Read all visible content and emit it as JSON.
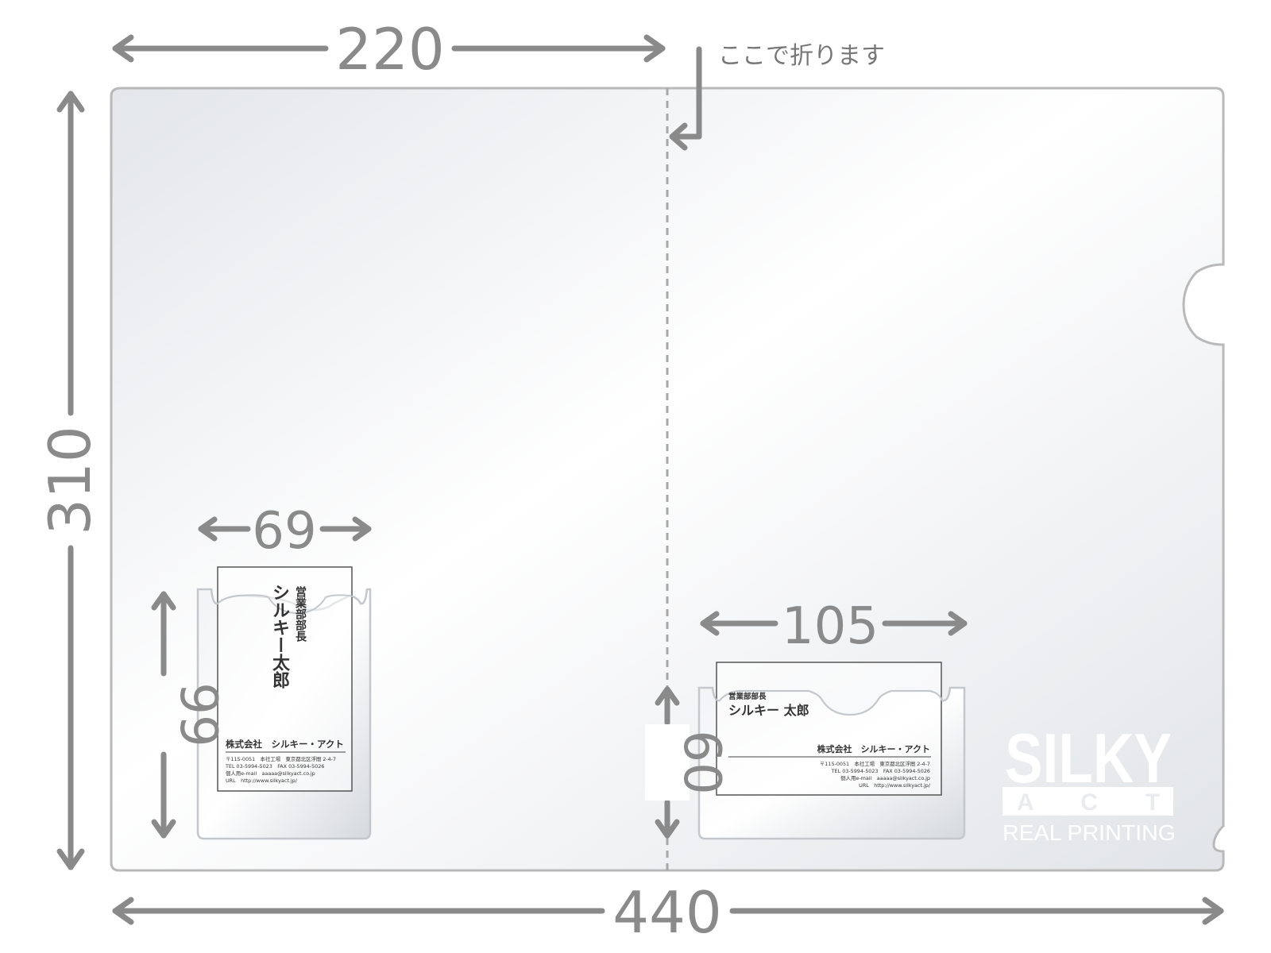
{
  "dimensions": {
    "top_half_width": "220",
    "total_width": "440",
    "height": "310",
    "left_pocket_width": "69",
    "left_pocket_height": "99",
    "right_pocket_width": "105",
    "right_pocket_height": "60"
  },
  "fold_note": "ここで折ります",
  "vertical_card": {
    "title": "営業部部長",
    "name": "シルキー太郎",
    "company": "株式会社　シルキー・アクト",
    "lines": [
      "〒115-0051　本社工場　東京都北区浮間 2-4-7",
      "TEL 03-5994-5023　FAX 03-5994-5026",
      "個人用e-mail　aaaaa@silkyact.co.jp",
      "URL　http://www.silkyact.jp/"
    ]
  },
  "horizontal_card": {
    "title": "営業部部長",
    "name": "シルキー 太郎",
    "company": "株式会社　シルキー・アクト",
    "lines": [
      "〒115-0051　本社工場　東京都北区浮間 2-4-7",
      "TEL 03-5994-5023　FAX 03-5994-5026",
      "個人用e-mail　aaaaa@silkyact.co.jp",
      "URL　http://www.silkyact.jp/"
    ]
  },
  "logo": {
    "word": "SILKY",
    "sub": "A C T",
    "tagline": "REAL PRINTING"
  },
  "colors": {
    "dimension_gray": "#8a8a8a",
    "folder_fill": "#e6e9ec",
    "folder_stroke": "#b9b9b9",
    "logo_white": "#ffffff"
  }
}
